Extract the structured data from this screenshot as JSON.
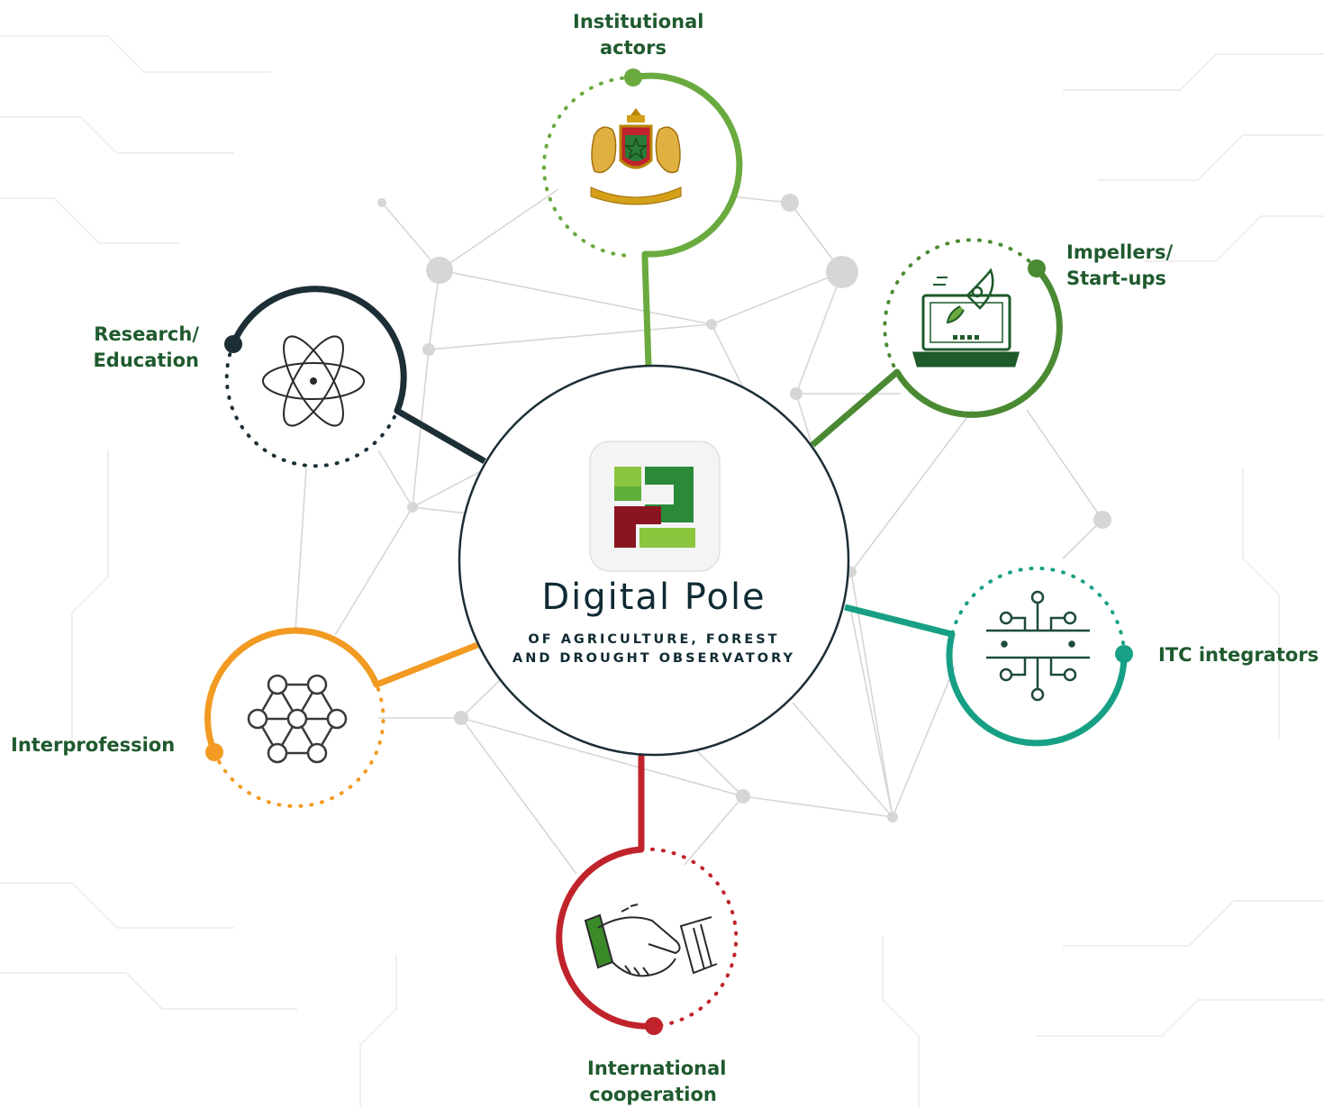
{
  "center": {
    "title": "Digital Pole",
    "subtitle_line1": "OF AGRICULTURE, FOREST",
    "subtitle_line2": "AND DROUGHT OBSERVATORY"
  },
  "nodes": [
    {
      "id": "institutional",
      "label": "Institutional\nactors",
      "color": "#6aaa3f",
      "icon": "moroccan-coat-of-arms-icon"
    },
    {
      "id": "impellers",
      "label": "Impellers/\nStart-ups",
      "color": "#4a8a33",
      "icon": "rocket-laptop-icon"
    },
    {
      "id": "itc",
      "label": "ITC integrators",
      "color": "#17a085",
      "icon": "circuit-chip-icon"
    },
    {
      "id": "international",
      "label": "International\ncooperation",
      "color": "#c0232b",
      "icon": "handshake-icon"
    },
    {
      "id": "interprofession",
      "label": "Interprofession",
      "color": "#f29a22",
      "icon": "molecule-network-icon"
    },
    {
      "id": "research",
      "label": "Research/\nEducation",
      "color": "#1c2e36",
      "icon": "atom-icon"
    }
  ],
  "colors": {
    "text_dark": "#0f2a33",
    "label_green": "#1f5a2e",
    "network_gray": "#d2d2d2",
    "logo_green_light": "#8cc63f",
    "logo_green_dark": "#2a8a3a",
    "logo_red": "#8a1420"
  }
}
